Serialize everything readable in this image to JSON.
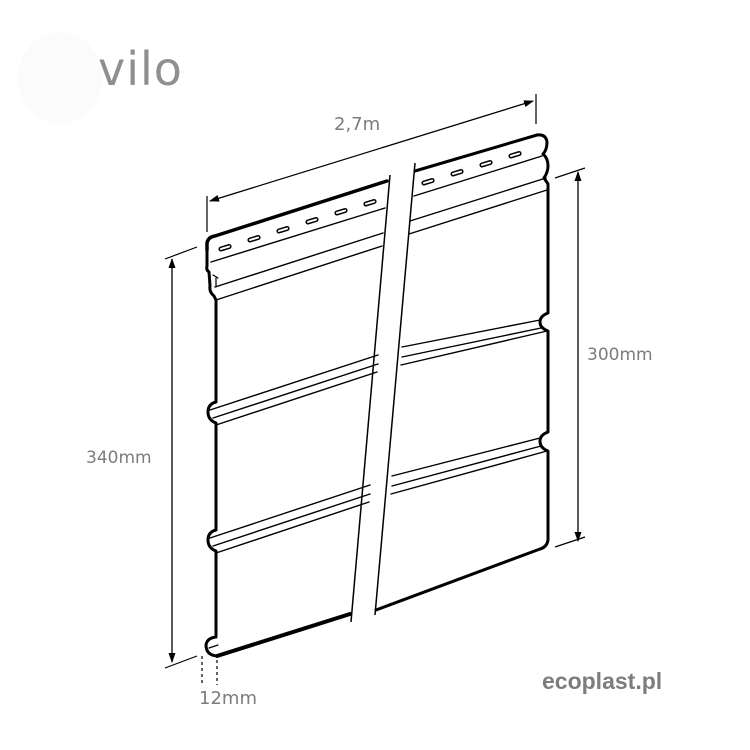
{
  "brand": {
    "logo_text": "vilo",
    "logo_color": "#8f8f8f"
  },
  "diagram": {
    "subject": "soffit panel with 3 boards, perforated nailing strip, break line",
    "dimensions": {
      "length": "2,7m",
      "total_height": "340mm",
      "visible_height": "300mm",
      "thickness": "12mm"
    },
    "label_color": "#7c7c7c",
    "line_color": "#000000"
  },
  "watermark": {
    "text": "ecoplast.pl",
    "color": "#7d7d7d"
  }
}
